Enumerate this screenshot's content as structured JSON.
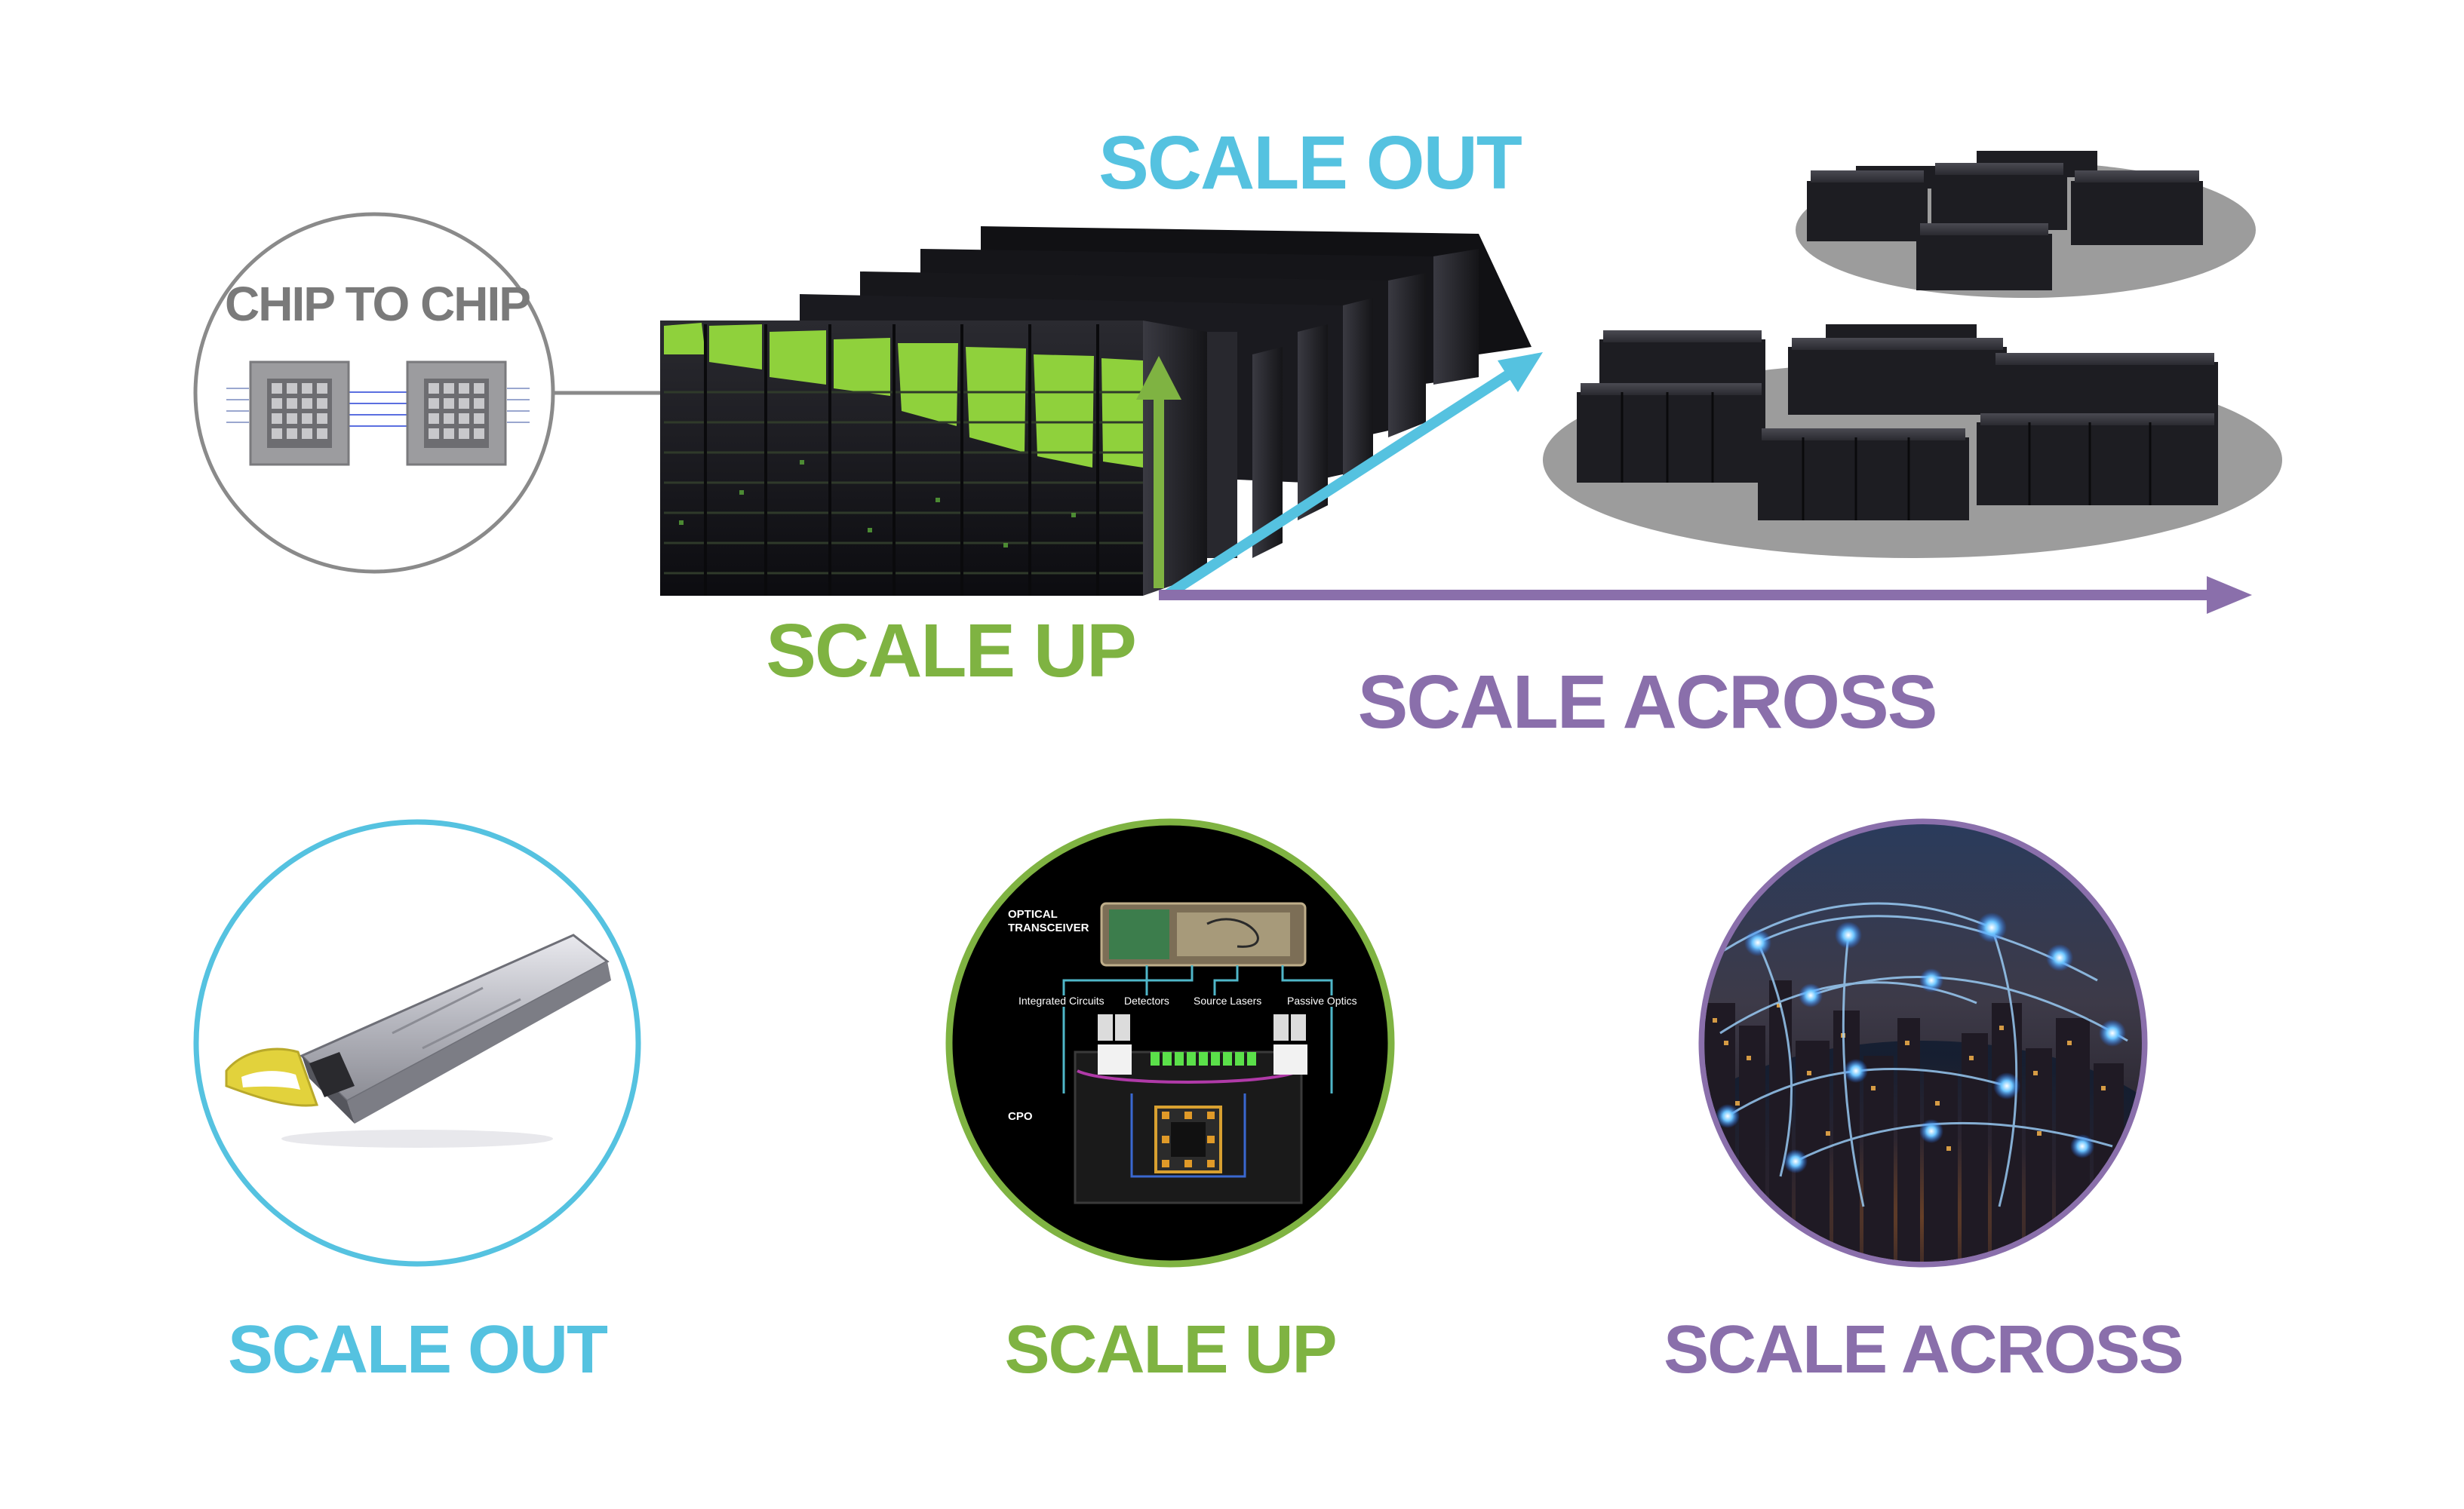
{
  "labels": {
    "chip_to_chip": "CHIP TO CHIP",
    "scale_out_top": "SCALE OUT",
    "scale_up_top": "SCALE UP",
    "scale_across_top": "SCALE ACROSS",
    "scale_out_bottom": "SCALE OUT",
    "scale_up_bottom": "SCALE UP",
    "scale_across_bottom": "SCALE ACROSS"
  },
  "cpo": {
    "optical_transceiver_line1": "OPTICAL",
    "optical_transceiver_line2": "TRANSCEIVER",
    "integrated_circuits": "Integrated Circuits",
    "detectors": "Detectors",
    "source_lasers": "Source Lasers",
    "passive_optics": "Passive Optics",
    "cpo_label": "CPO"
  },
  "colors": {
    "scale_out": "#55c2e0",
    "scale_up": "#7fb342",
    "scale_across": "#8a6fab",
    "chip_label": "#7a7a7a",
    "circle_outline": "#8a8a8a",
    "rack_green": "#8fd13c",
    "rack_dark": "#1b1b1f",
    "platform_gray": "#9c9c9c"
  },
  "icons": {
    "chip": "chip-icon",
    "transceiver": "transceiver-icon",
    "cpo_board": "cpo-diagram-icon",
    "city_network": "city-network-icon",
    "data_center": "data-center-rack-icon",
    "data_center_cluster": "data-center-cluster-icon"
  }
}
